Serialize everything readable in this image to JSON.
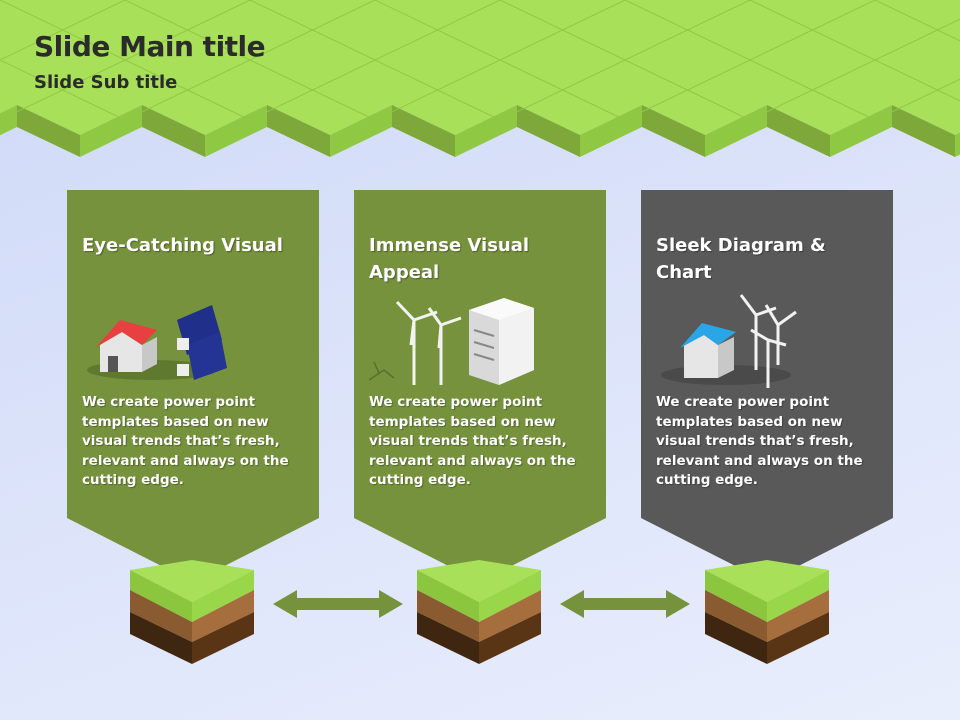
{
  "slide": {
    "title": "Slide Main title",
    "subtitle": "Slide Sub title"
  },
  "panels": [
    {
      "title": "Eye-Catching Visual",
      "body": "We create power point templates based on new visual trends that’s fresh, relevant and always on the cutting edge.",
      "color": "#76923c",
      "icon": "house-solar-panels"
    },
    {
      "title": "Immense Visual Appeal",
      "body": "We create power point templates based on new visual trends that’s fresh, relevant and always on the cutting edge.",
      "color": "#76923c",
      "icon": "wind-turbines-building"
    },
    {
      "title": "Sleek Diagram & Chart",
      "body": "We create power point templates based on new visual trends that’s fresh, relevant and always on the cutting edge.",
      "color": "#595959",
      "icon": "house-wind-turbines"
    }
  ],
  "colors": {
    "grass": "#a8e05a",
    "arrow": "#76923c",
    "soil": "#9b6a3b"
  }
}
